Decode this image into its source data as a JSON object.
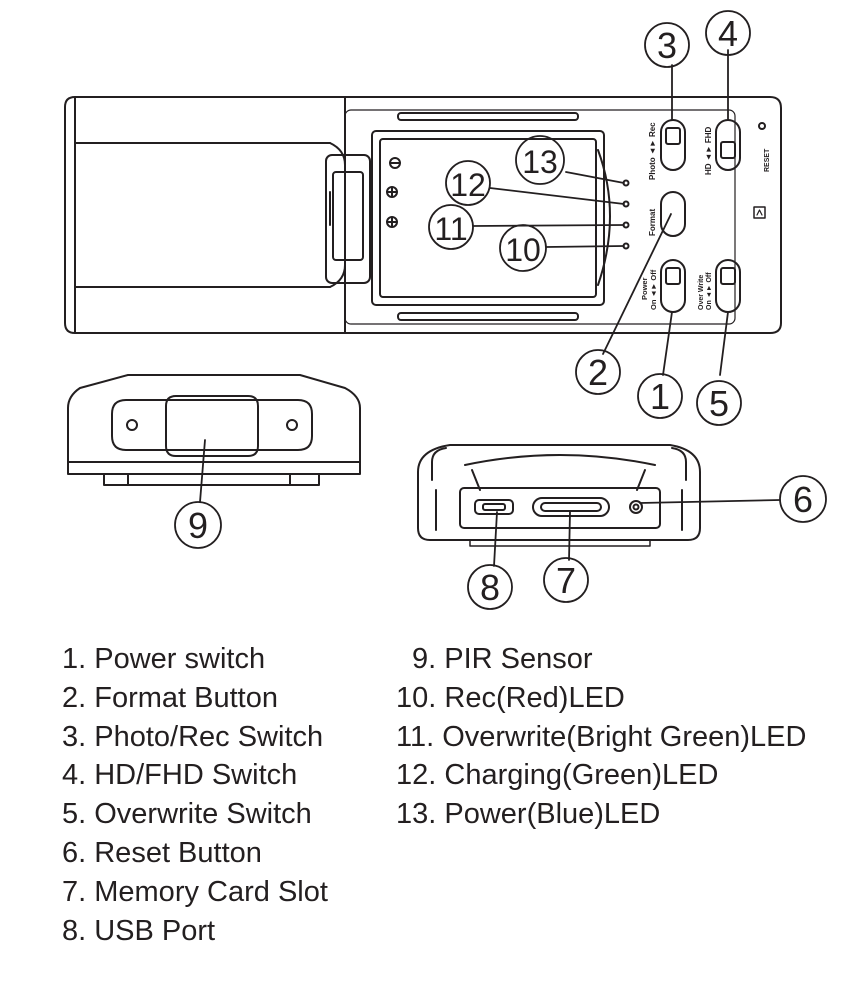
{
  "callouts": [
    "1",
    "2",
    "3",
    "4",
    "5",
    "6",
    "7",
    "8",
    "9",
    "10",
    "11",
    "12",
    "13"
  ],
  "device_labels": {
    "photo_rec": "Photo ◄► Rec",
    "hd_fhd": "HD ◄► FHD",
    "format": "Format",
    "power": "Power",
    "power_on_off": "On ◄► Off",
    "over_write": "Over Write",
    "over_write_on_off": "On ◄► Off",
    "reset": "RESET"
  },
  "legend_left": [
    "1. Power switch",
    "2. Format Button",
    "3. Photo/Rec Switch",
    "4. HD/FHD Switch",
    "5. Overwrite Switch",
    "6. Reset Button",
    "7. Memory Card Slot",
    "8. USB Port"
  ],
  "legend_right": [
    "9. PIR Sensor",
    "10. Rec(Red)LED",
    "11. Overwrite(Bright Green)LED",
    "12. Charging(Green)LED",
    "13. Power(Blue)LED"
  ]
}
